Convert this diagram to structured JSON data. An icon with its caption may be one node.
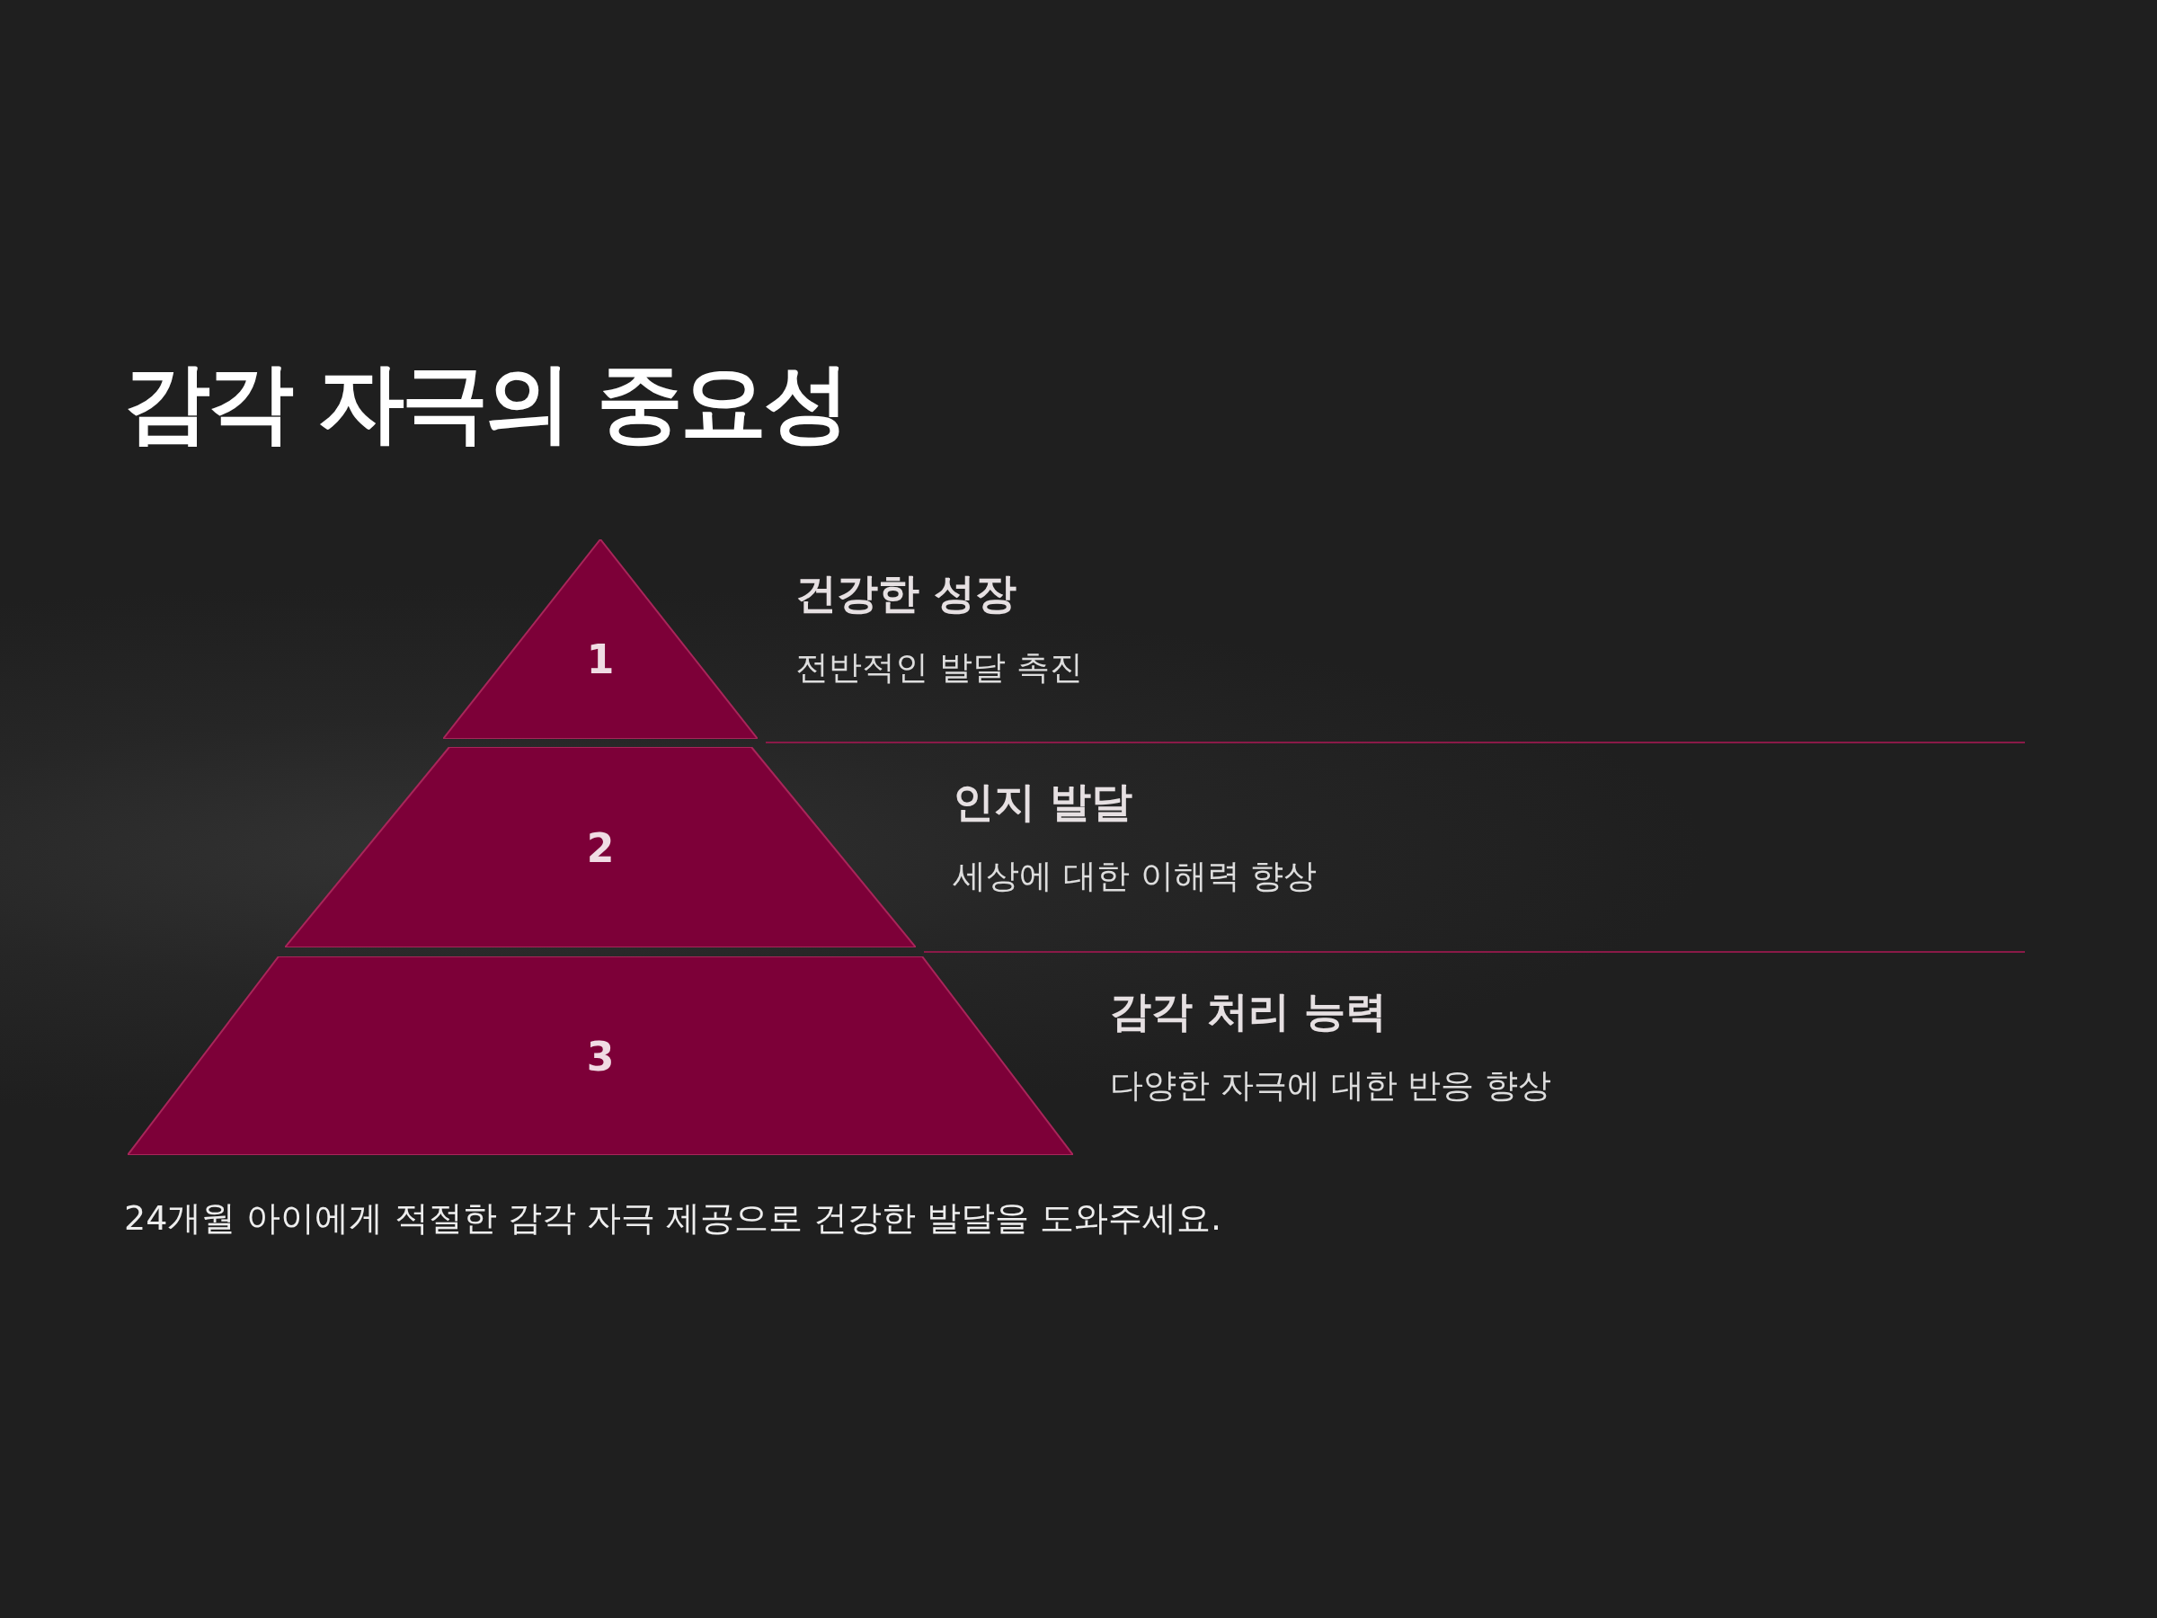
{
  "diagram": {
    "title": "감각 자극의 중요성",
    "caption": "24개월 아이에게 적절한 감각 자극 제공으로 건강한 발달을 도와주세요.",
    "nodes": [
      {
        "text": [
          "1"
        ],
        "beside": [
          "건강한 성장",
          "전반적인 발달 촉진"
        ]
      },
      {
        "text": [
          "2"
        ],
        "beside": [
          "인지 발달",
          "세상에 대한 이해력 향상"
        ]
      },
      {
        "text": [
          "3"
        ],
        "beside": [
          "감각 처리 능력",
          "다양한 자극에 대한 반응 향상"
        ]
      }
    ],
    "edges": []
  }
}
